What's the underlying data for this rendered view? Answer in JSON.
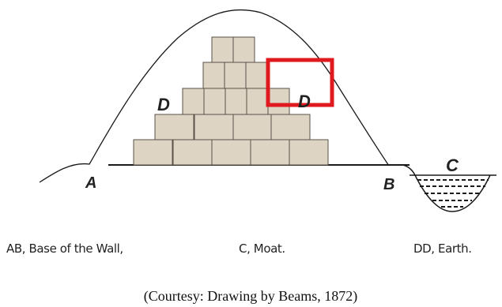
{
  "diagram": {
    "labels": {
      "a": "A",
      "b": "B",
      "c": "C",
      "d_left": "D",
      "d_right": "D"
    },
    "legend": {
      "base": "AB, Base of the Wall,",
      "moat": "C, Moat.",
      "earth": "DD, Earth."
    },
    "caption": "(Courtesy: Drawing by Beams, 1872)",
    "colors": {
      "block_fill": "#ddd4c4",
      "block_stroke": "#5a5248",
      "line": "#1a1a1a",
      "highlight_box": "#e0191e"
    }
  }
}
